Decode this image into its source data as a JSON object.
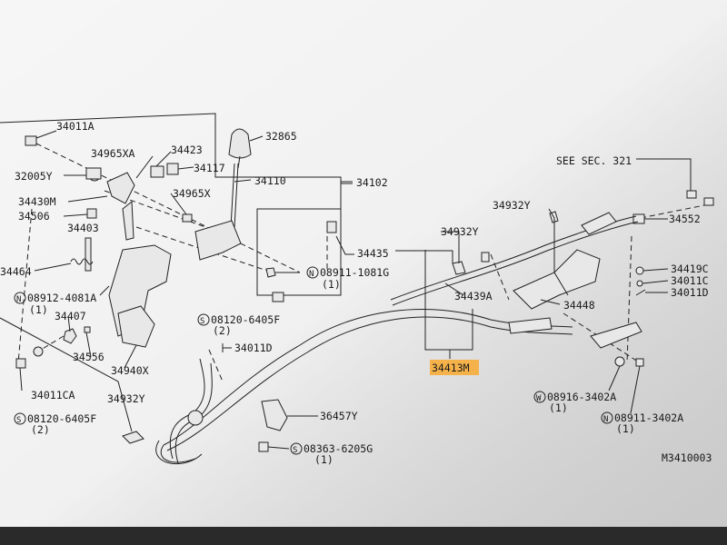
{
  "colors": {
    "paper": "#ececec",
    "ink": "#1f1f1f",
    "highlight": "#f6b24a"
  },
  "callouts": {
    "p34011A": "34011A",
    "p32005Y": "32005Y",
    "p34430M": "34430M",
    "p34506": "34506",
    "p34403": "34403",
    "p34464": "34464",
    "p34965XA": "34965XA",
    "p34423": "34423",
    "p34117": "34117",
    "p34965X": "34965X",
    "p32865": "32865",
    "p34110": "34110",
    "p34102": "34102",
    "p34435": "34435",
    "p08911_1081G": "08911-1081G",
    "p08911_1081G_qty": "(1)",
    "p08912_4081A": "08912-4081A",
    "p08912_4081A_qty": "(1)",
    "p34407": "34407",
    "p34556": "34556",
    "p34940X": "34940X",
    "p08120_6405F_a": "08120-6405F",
    "p08120_6405F_a_qty": "(2)",
    "p34011D_a": "34011D",
    "p34011CA": "34011CA",
    "p08120_6405F_b": "08120-6405F",
    "p08120_6405F_b_qty": "(2)",
    "p34932Y_a": "34932Y",
    "p34932Y_b": "34932Y",
    "p34932Y_c": "34932Y",
    "p34439A": "34439A",
    "p34413M": "34413M",
    "see_sec": "SEE SEC. 321",
    "p34552": "34552",
    "p34419C": "34419C",
    "p34011C": "34011C",
    "p34011D_b": "34011D",
    "p34448": "34448",
    "p36457Y": "36457Y",
    "p08363_6205G": "08363-6205G",
    "p08363_6205G_qty": "(1)",
    "p08916_3402A": "08916-3402A",
    "p08916_3402A_qty": "(1)",
    "p08911_3402A": "08911-3402A",
    "p08911_3402A_qty": "(1)",
    "diagram_code": "M3410003",
    "mark_N": "N",
    "mark_S": "S",
    "mark_W": "W"
  }
}
